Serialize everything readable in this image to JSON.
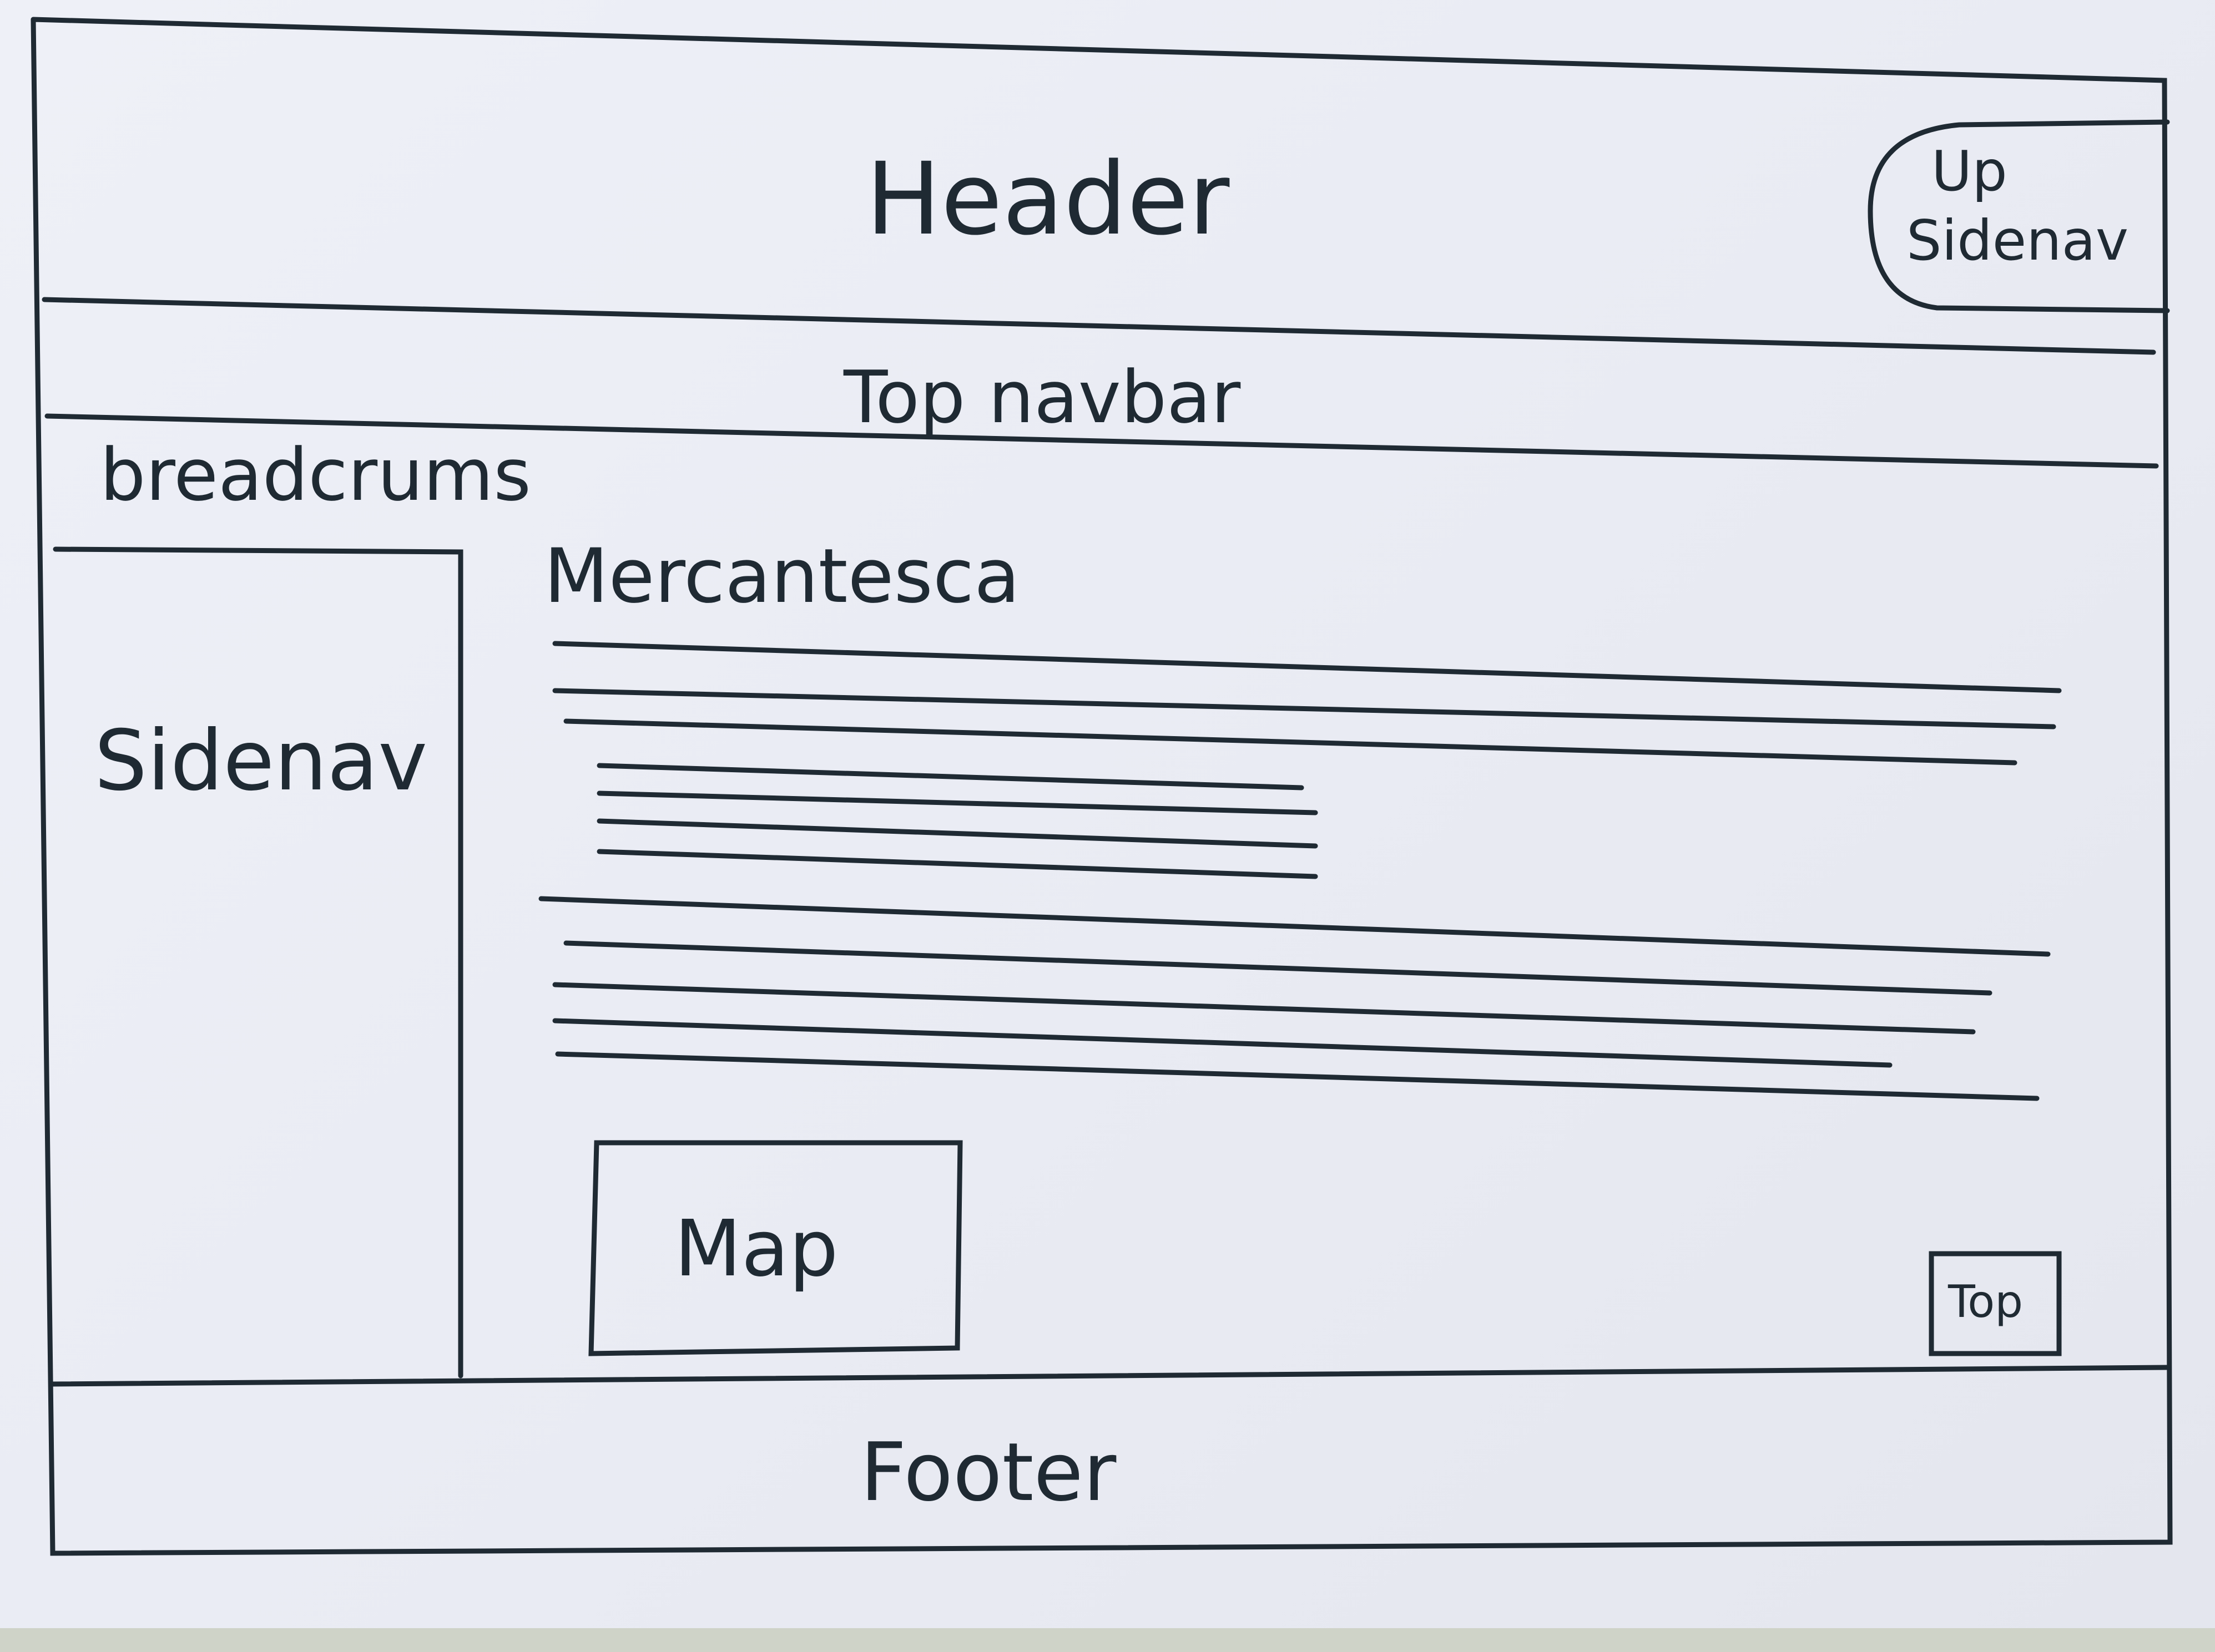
{
  "header": {
    "title": "Header"
  },
  "up_sidenav_button": {
    "line1": "Up",
    "line2": "Sidenav"
  },
  "top_navbar": {
    "label": "Top navbar"
  },
  "breadcrumbs": {
    "label": "breadcrums"
  },
  "sidenav": {
    "label": "Sidenav"
  },
  "main": {
    "title": "Mercantesca"
  },
  "map": {
    "label": "Map"
  },
  "top_button": {
    "label": "Top"
  },
  "footer": {
    "label": "Footer"
  }
}
